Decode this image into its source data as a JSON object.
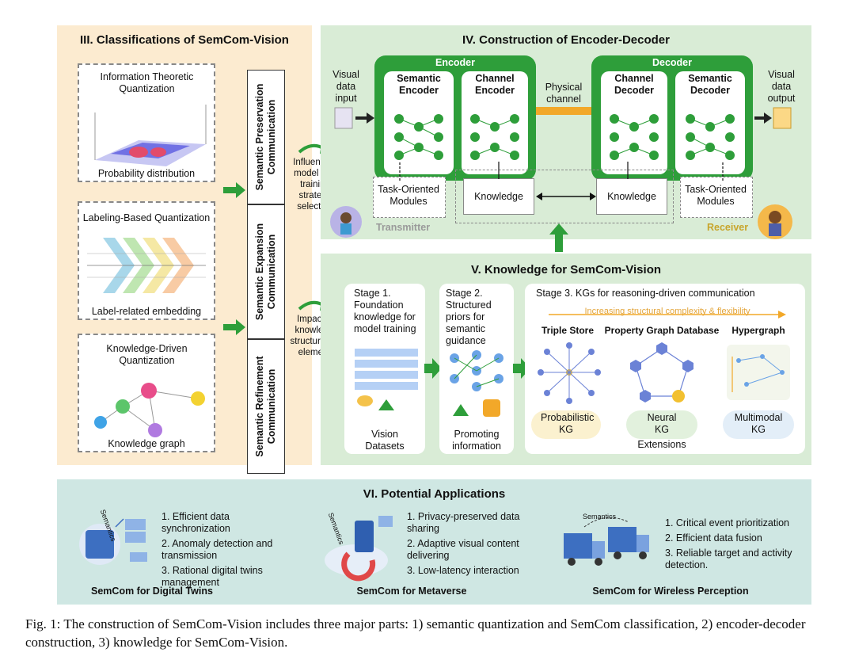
{
  "sec3": {
    "title": "III. Classifications of SemCom-Vision",
    "box1_title": "Information Theoretic Quantization",
    "box1_caption": "Probability distribution",
    "box2_title": "Labeling-Based Quantization",
    "box2_caption": "Label-related embedding",
    "box3_title": "Knowledge-Driven Quantization",
    "box3_caption": "Knowledge graph",
    "vlabel1": "Semantic Preservation Communication",
    "vlabel2": "Semantic Expansion Communication",
    "vlabel3": "Semantic Refinement Communication",
    "note1": "Influencing model and training strategy selection",
    "note2": "Impacting knowledge structure and elements"
  },
  "sec4": {
    "title": "IV. Construction of Encoder-Decoder",
    "encoder": "Encoder",
    "decoder": "Decoder",
    "semantic_encoder": "Semantic Encoder",
    "channel_encoder": "Channel Encoder",
    "channel_decoder": "Channel Decoder",
    "semantic_decoder": "Semantic Decoder",
    "visual_input": "Visual data input",
    "visual_output": "Visual data output",
    "physical_channel": "Physical channel",
    "task_modules_left": "Task-Oriented Modules",
    "task_modules_right": "Task-Oriented Modules",
    "knowledge_left": "Knowledge",
    "knowledge_right": "Knowledge",
    "transmitter": "Transmitter",
    "receiver": "Receiver"
  },
  "sec5": {
    "title": "V. Knowledge for SemCom-Vision",
    "stage1": "Stage 1. Foundation knowledge for model training",
    "stage1_caption": "Vision Datasets",
    "stage2": "Stage 2. Structured priors for semantic guidance",
    "stage2_caption": "Promoting information",
    "stage3": "Stage 3. KGs for reasoning-driven communication",
    "stage3_arrow": "Increasing structural complexity & flexibility",
    "kg1_title": "Triple Store",
    "kg2_title": "Property Graph Database",
    "kg3_title": "Hypergraph",
    "kg1_caption": "Probabilistic KG",
    "kg2_caption": "Neural KG",
    "kg3_caption": "Multimodal KG",
    "extensions": "Extensions"
  },
  "sec6": {
    "title": "VI. Potential Applications",
    "app1_items": [
      "1. Efficient data synchronization",
      "2. Anomaly detection and transmission",
      "3. Rational digital twins management"
    ],
    "app1_label": "SemCom for Digital Twins",
    "app2_items": [
      "1. Privacy-preserved data sharing",
      "2. Adaptive visual content delivering",
      "3. Low-latency interaction"
    ],
    "app2_label": "SemCom for Metaverse",
    "app3_items": [
      "1. Critical event prioritization",
      "2. Efficient data fusion",
      "3. Reliable target and activity detection."
    ],
    "app3_label": "SemCom for Wireless Perception",
    "semantics_tag_1": "Semantics",
    "semantics_tag_2": "Semantics",
    "semantics_tag_3": "Semantics"
  },
  "caption": "Fig. 1: The construction of SemCom-Vision includes three major parts: 1) semantic quantization and SemCom classification, 2) encoder-decoder construction, 3) knowledge for SemCom-Vision.",
  "colors": {
    "panel_orange": "#fcebd0",
    "panel_green": "#d9ecd6",
    "panel_teal": "#cfe7e3",
    "accent_green": "#2e9e3a",
    "arrow_orange": "#f2a829"
  }
}
